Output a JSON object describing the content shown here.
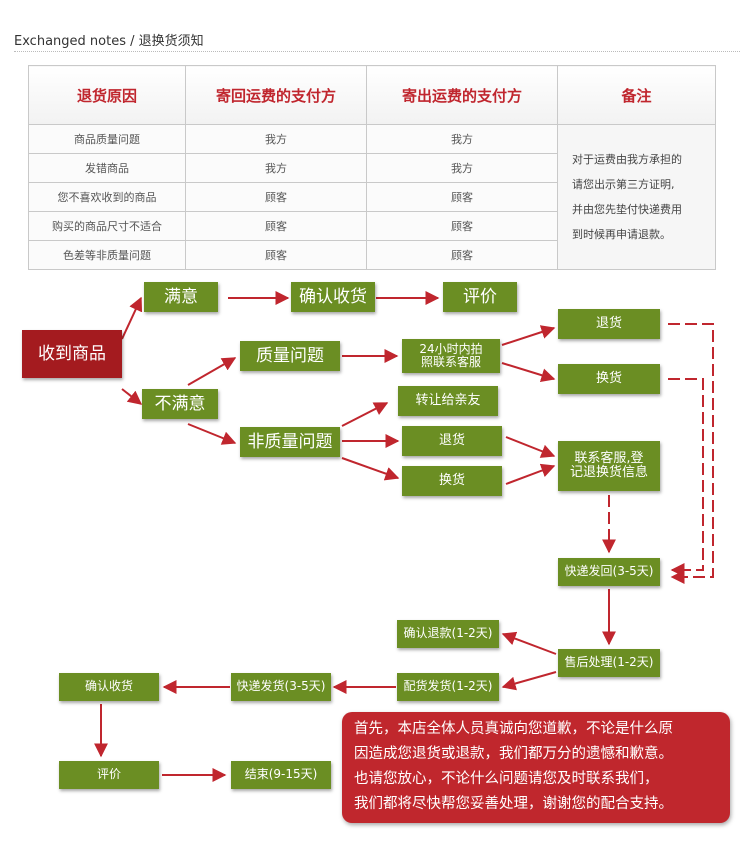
{
  "header": {
    "title": "Exchanged notes / 退换货须知"
  },
  "table": {
    "columns": [
      "退货原因",
      "寄回运费的支付方",
      "寄出运费的支付方",
      "备注"
    ],
    "rows": [
      [
        "商品质量问题",
        "我方",
        "我方"
      ],
      [
        "发错商品",
        "我方",
        "我方"
      ],
      [
        "您不喜欢收到的商品",
        "顾客",
        "顾客"
      ],
      [
        "购买的商品尺寸不适合",
        "顾客",
        "顾客"
      ],
      [
        "色差等非质量问题",
        "顾客",
        "顾客"
      ]
    ],
    "note_lines": [
      "对于运费由我方承担的",
      "请您出示第三方证明,",
      "并由您先垫付快递费用",
      "到时候再申请退款。"
    ]
  },
  "flow": {
    "receive": "收到商品",
    "satisfied": "满意",
    "confirm_receipt_top": "确认收货",
    "review_top": "评价",
    "unsatisfied": "不满意",
    "quality_issue": "质量问题",
    "photo_contact_line1": "24小时内拍",
    "photo_contact_line2": "照联系客服",
    "return_top": "退货",
    "exchange_top": "换货",
    "non_quality_issue": "非质量问题",
    "transfer": "转让给亲友",
    "return_mid": "退货",
    "exchange_mid": "换货",
    "register_line1": "联系客服,登",
    "register_line2": "记退换货信息",
    "ship_back": "快递发回(3-5天)",
    "after_sales": "售后处理(1-2天)",
    "confirm_refund": "确认退款(1-2天)",
    "dispatch": "配货发货(1-2天)",
    "express_delivery": "快递发货(3-5天)",
    "confirm_receipt_bottom": "确认收货",
    "review_bottom": "评价",
    "end": "结束(9-15天)"
  },
  "notice": {
    "lines": [
      "首先，本店全体人员真诚向您道歉，不论是什么原",
      "因造成您退货或退款，我们都万分的遗憾和歉意。",
      "也请您放心，不论什么问题请您及时联系我们，",
      "我们都将尽快帮您妥善处理，谢谢您的配合支持。"
    ]
  },
  "colors": {
    "box_green": "#6b8e23",
    "box_dark_red": "#a41b1f",
    "arrow_red": "#c0262e",
    "notice_red": "#c0272d",
    "header_red": "#c0262e"
  }
}
